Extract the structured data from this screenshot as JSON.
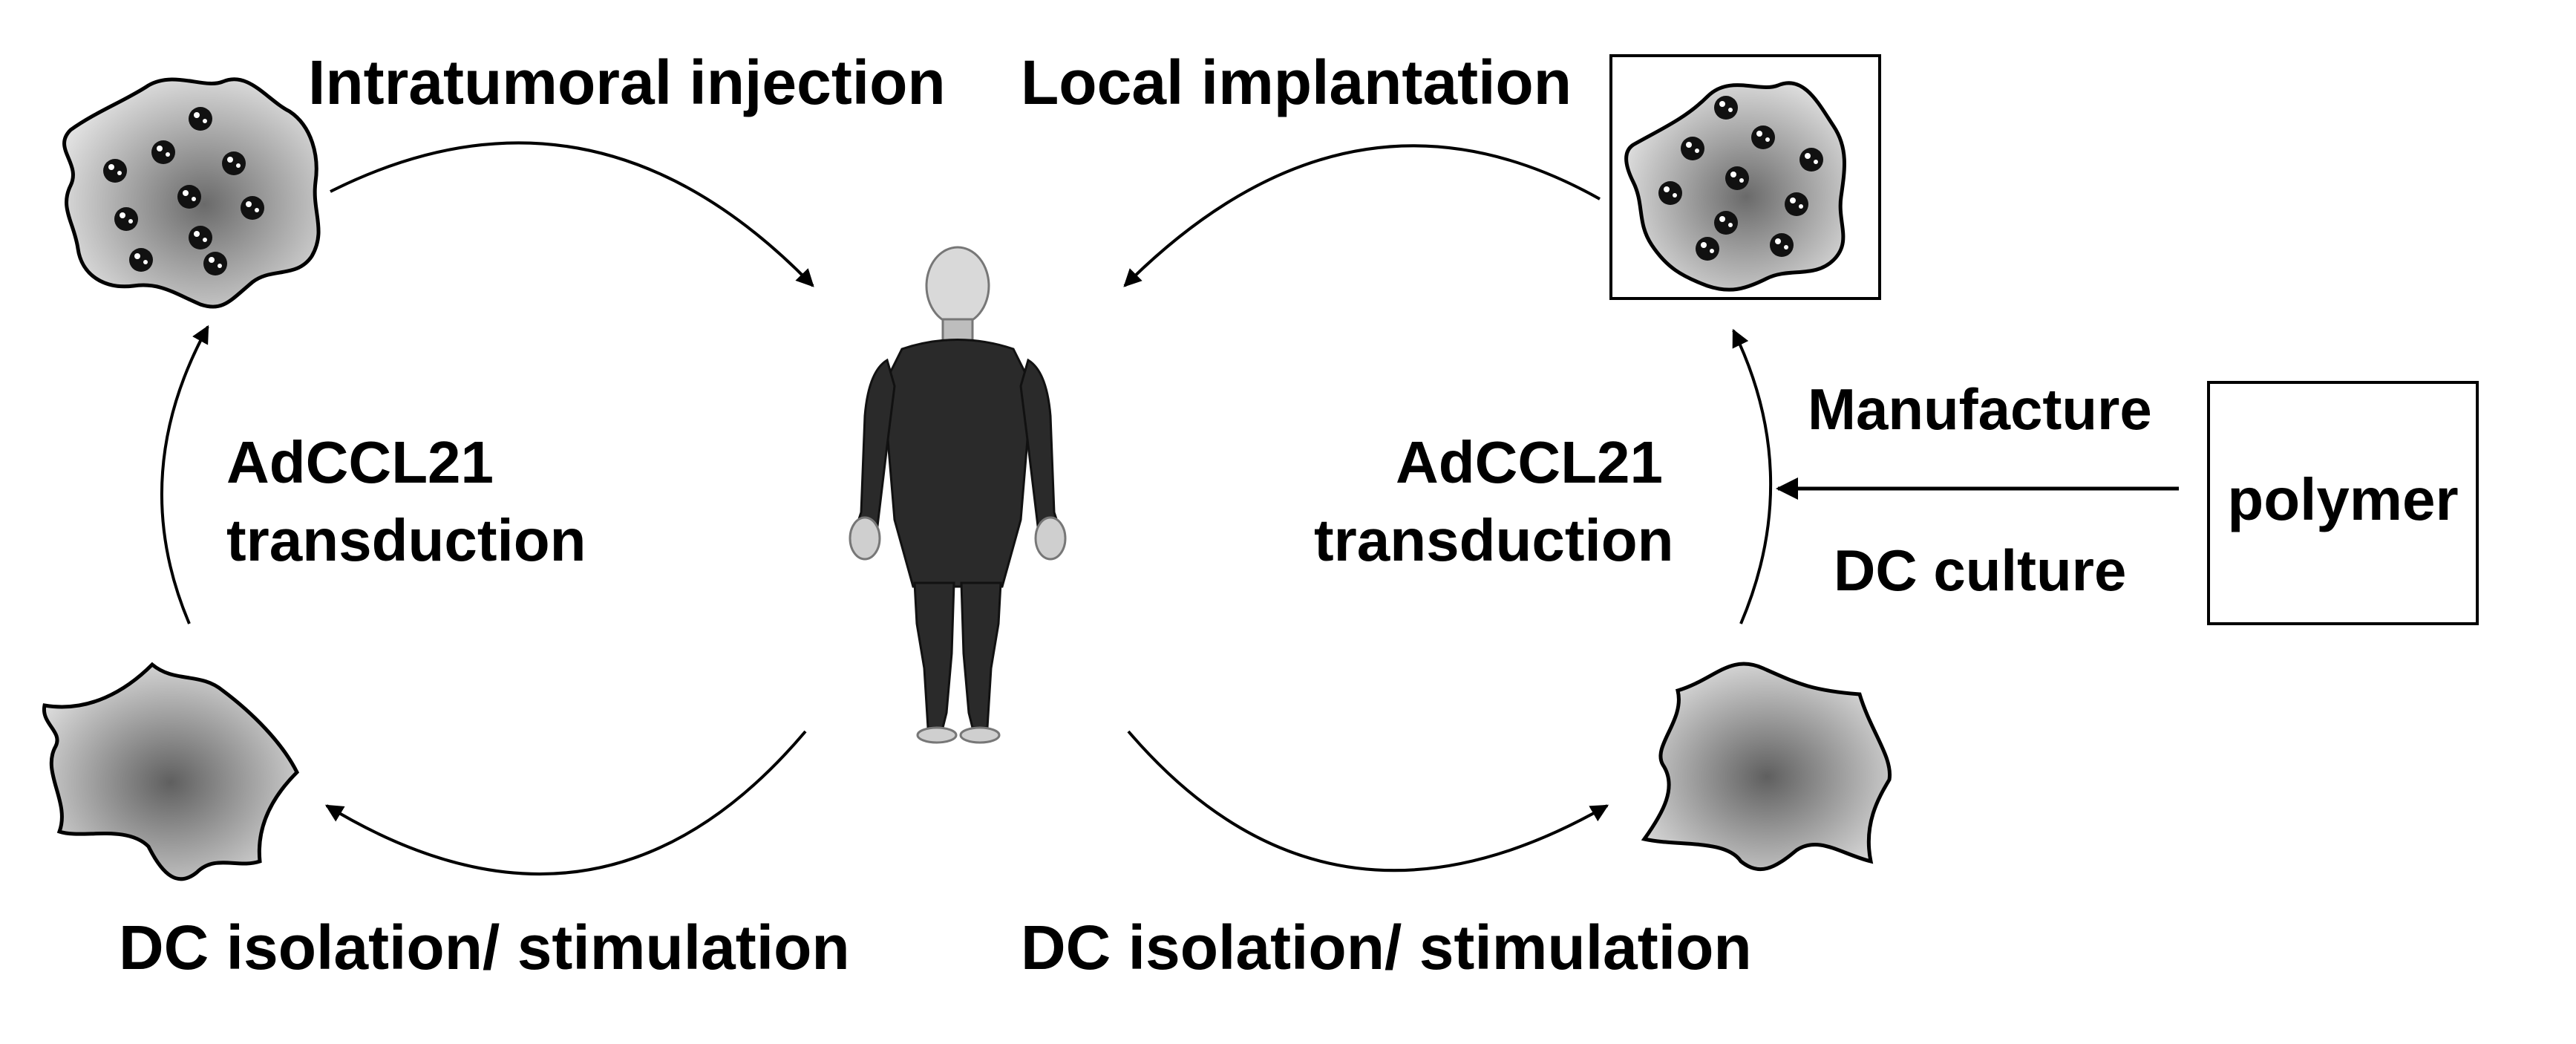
{
  "diagram": {
    "left_cycle": {
      "top_label": "Intratumoral injection",
      "middle_label_line1": "AdCCL21",
      "middle_label_line2": "transduction",
      "bottom_label": "DC isolation/ stimulation"
    },
    "right_cycle": {
      "top_label": "Local implantation",
      "middle_label_line1": "AdCCL21",
      "middle_label_line2": "transduction",
      "bottom_label": "DC isolation/ stimulation"
    },
    "input_arrow": {
      "label_top": "Manufacture",
      "label_bottom": "DC culture"
    },
    "polymer_box": {
      "label": "polymer"
    },
    "colors": {
      "stroke": "#000000",
      "cell_fill_dark": "#6e6e6e",
      "cell_fill_light": "#d6d6d6",
      "body_fill": "#2a2a2a"
    },
    "icons": [
      "tumor-cell-icon",
      "dendritic-cell-icon",
      "human-figure-icon"
    ]
  }
}
